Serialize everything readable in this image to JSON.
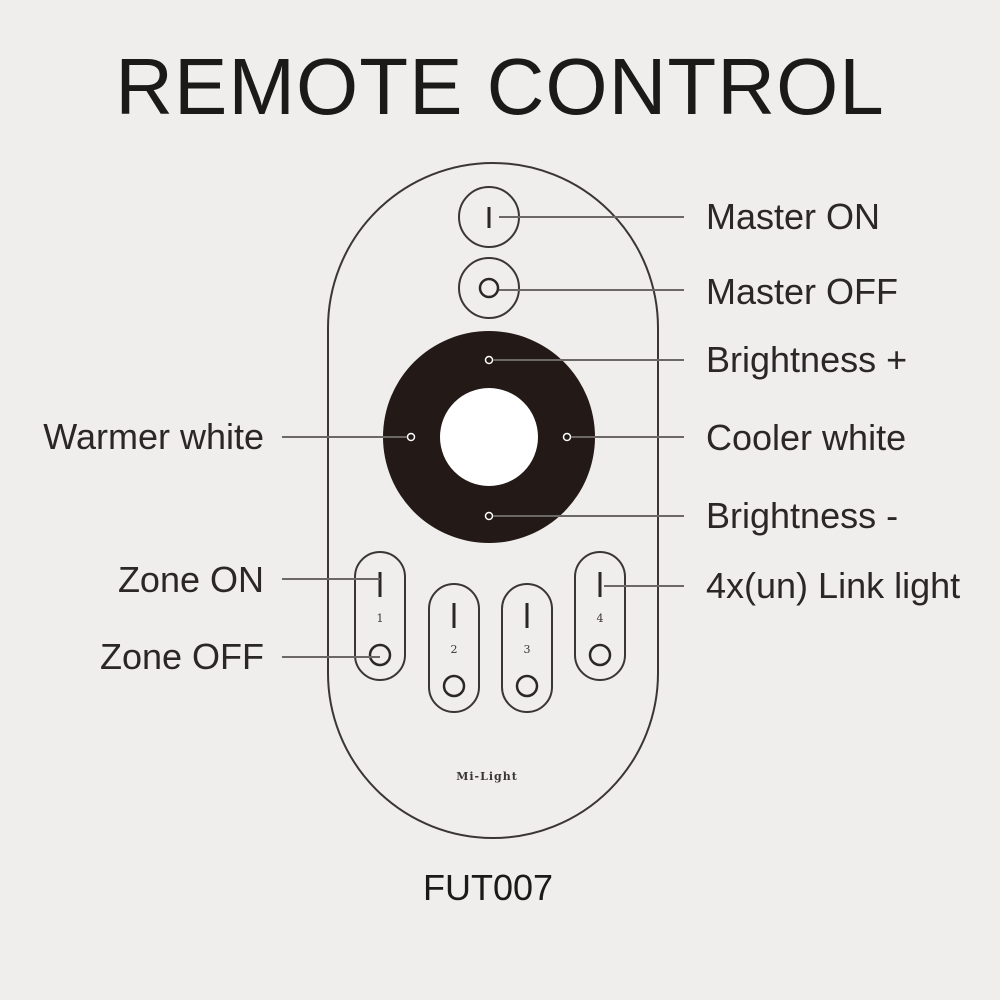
{
  "title": "REMOTE CONTROL",
  "model": "FUT007",
  "brand": "Mi-Light",
  "colors": {
    "background": "#efeeed",
    "outline": "#3a3634",
    "wheel": "#231916",
    "wheel_center": "#ffffff",
    "leader": "#6b6866"
  },
  "labels": {
    "master_on": "Master ON",
    "master_off": "Master OFF",
    "brightness_plus": "Brightness +",
    "cooler_white": "Cooler white",
    "brightness_minus": "Brightness -",
    "warmer_white": "Warmer white",
    "zone_on": "Zone ON",
    "zone_off": "Zone OFF",
    "link_light": "4x(un) Link light"
  },
  "zones": [
    "1",
    "2",
    "3",
    "4"
  ],
  "icons": {
    "on": "power-on-bar-icon",
    "off": "power-off-circle-icon"
  }
}
